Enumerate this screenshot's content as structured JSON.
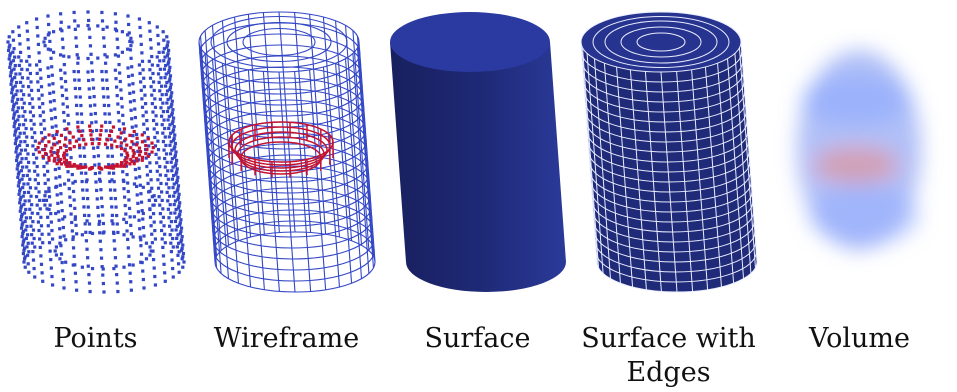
{
  "panels": [
    {
      "id": "points",
      "caption": "Points"
    },
    {
      "id": "wireframe",
      "caption": "Wireframe"
    },
    {
      "id": "surface",
      "caption": "Surface"
    },
    {
      "id": "surface-edges",
      "caption": "Surface with Edges"
    },
    {
      "id": "volume",
      "caption": "Volume"
    }
  ],
  "colors": {
    "mesh_blue": "#3347c7",
    "surface_navy": "#1f2a78",
    "highlight_red": "#c41230",
    "edge_white": "#e8ecff"
  }
}
